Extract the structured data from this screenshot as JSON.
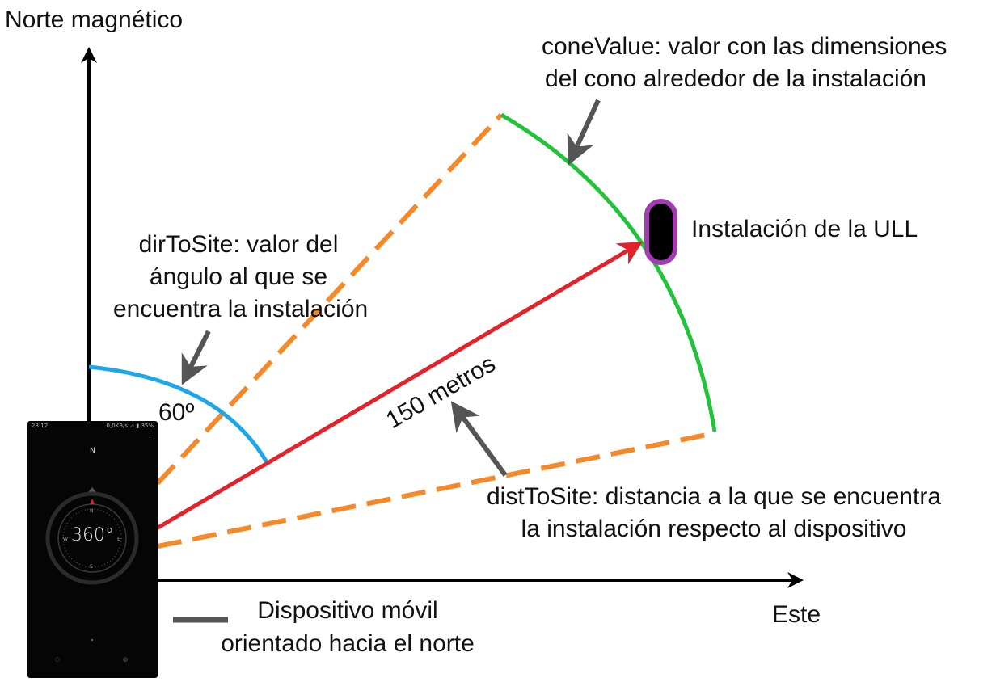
{
  "axes": {
    "north_label": "Norte magnético",
    "east_label": "Este"
  },
  "annotations": {
    "cone_value": [
      "coneValue: valor con las dimensiones",
      "del cono alrededor de la instalación"
    ],
    "installation": "Instalación de la ULL",
    "dir_to_site": [
      "dirToSite: valor del",
      "ángulo al que se",
      "encuentra la instalación"
    ],
    "angle_value": "60º",
    "distance_value": "150 metros",
    "dist_to_site": [
      "distToSite: distancia a la que se encuentra",
      "la instalación respecto al dispositivo"
    ],
    "device_legend": [
      "Dispositivo móvil",
      "orientado hacia el norte"
    ]
  },
  "phone": {
    "time": "23:12",
    "status": "0,0KB/s ⊿ ▮ 35%",
    "heading_letter": "N",
    "heading_value": "360°",
    "dial_letters": [
      "N",
      "E",
      "S",
      "W"
    ]
  },
  "colors": {
    "axis": "#000000",
    "cone_edges": "#f5892a",
    "cone_arc": "#22c23a",
    "direction_vector": "#e3222b",
    "angle_arc": "#1ea7e8",
    "pointer_arrows": "#555555",
    "installation_fill": "#000000",
    "installation_outline": "#a23bb0"
  }
}
